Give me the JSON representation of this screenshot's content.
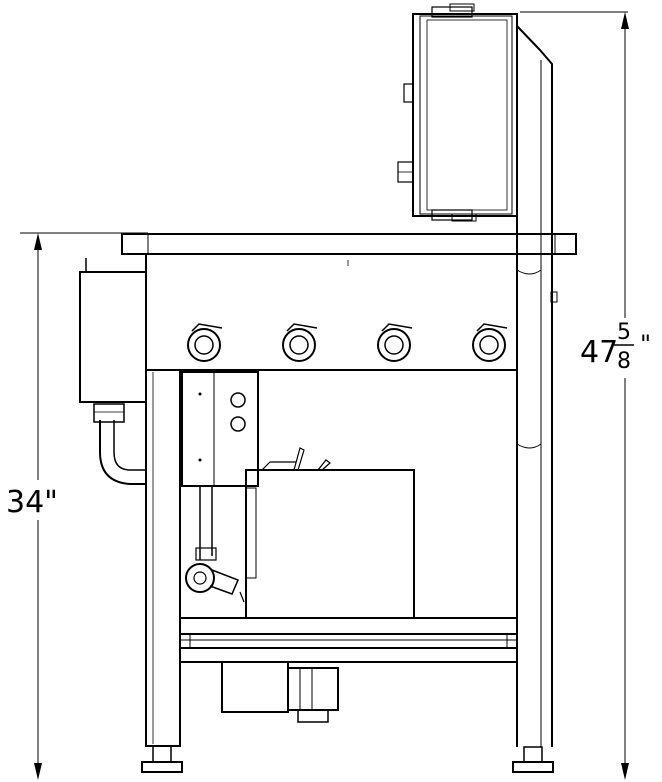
{
  "dimensions": {
    "table_height": {
      "value": "34\""
    },
    "overall_height": {
      "whole": "47",
      "numerator": "5",
      "denominator": "8",
      "unit": "\""
    }
  },
  "colors": {
    "line": "#000000",
    "background": "#ffffff",
    "shade": "#e8e8e8"
  }
}
